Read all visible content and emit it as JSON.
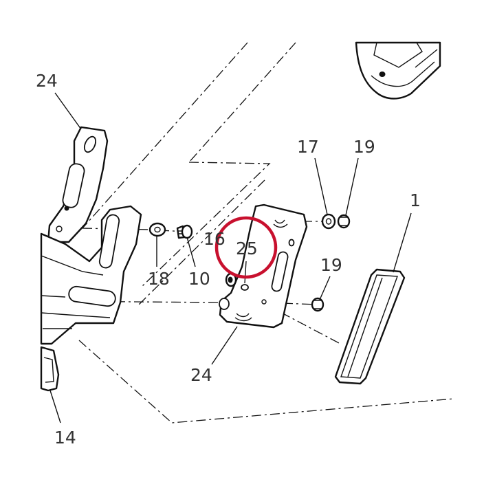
{
  "callouts": {
    "c24_top": "24",
    "c24_bottom": "24",
    "c17": "17",
    "c19_top": "19",
    "c19_bottom": "19",
    "c1": "1",
    "c16": "16",
    "c25": "25",
    "c18": "18",
    "c10": "10",
    "c14": "14"
  },
  "colors": {
    "highlight": "#c8102e",
    "line": "#111111",
    "label": "#333333"
  }
}
